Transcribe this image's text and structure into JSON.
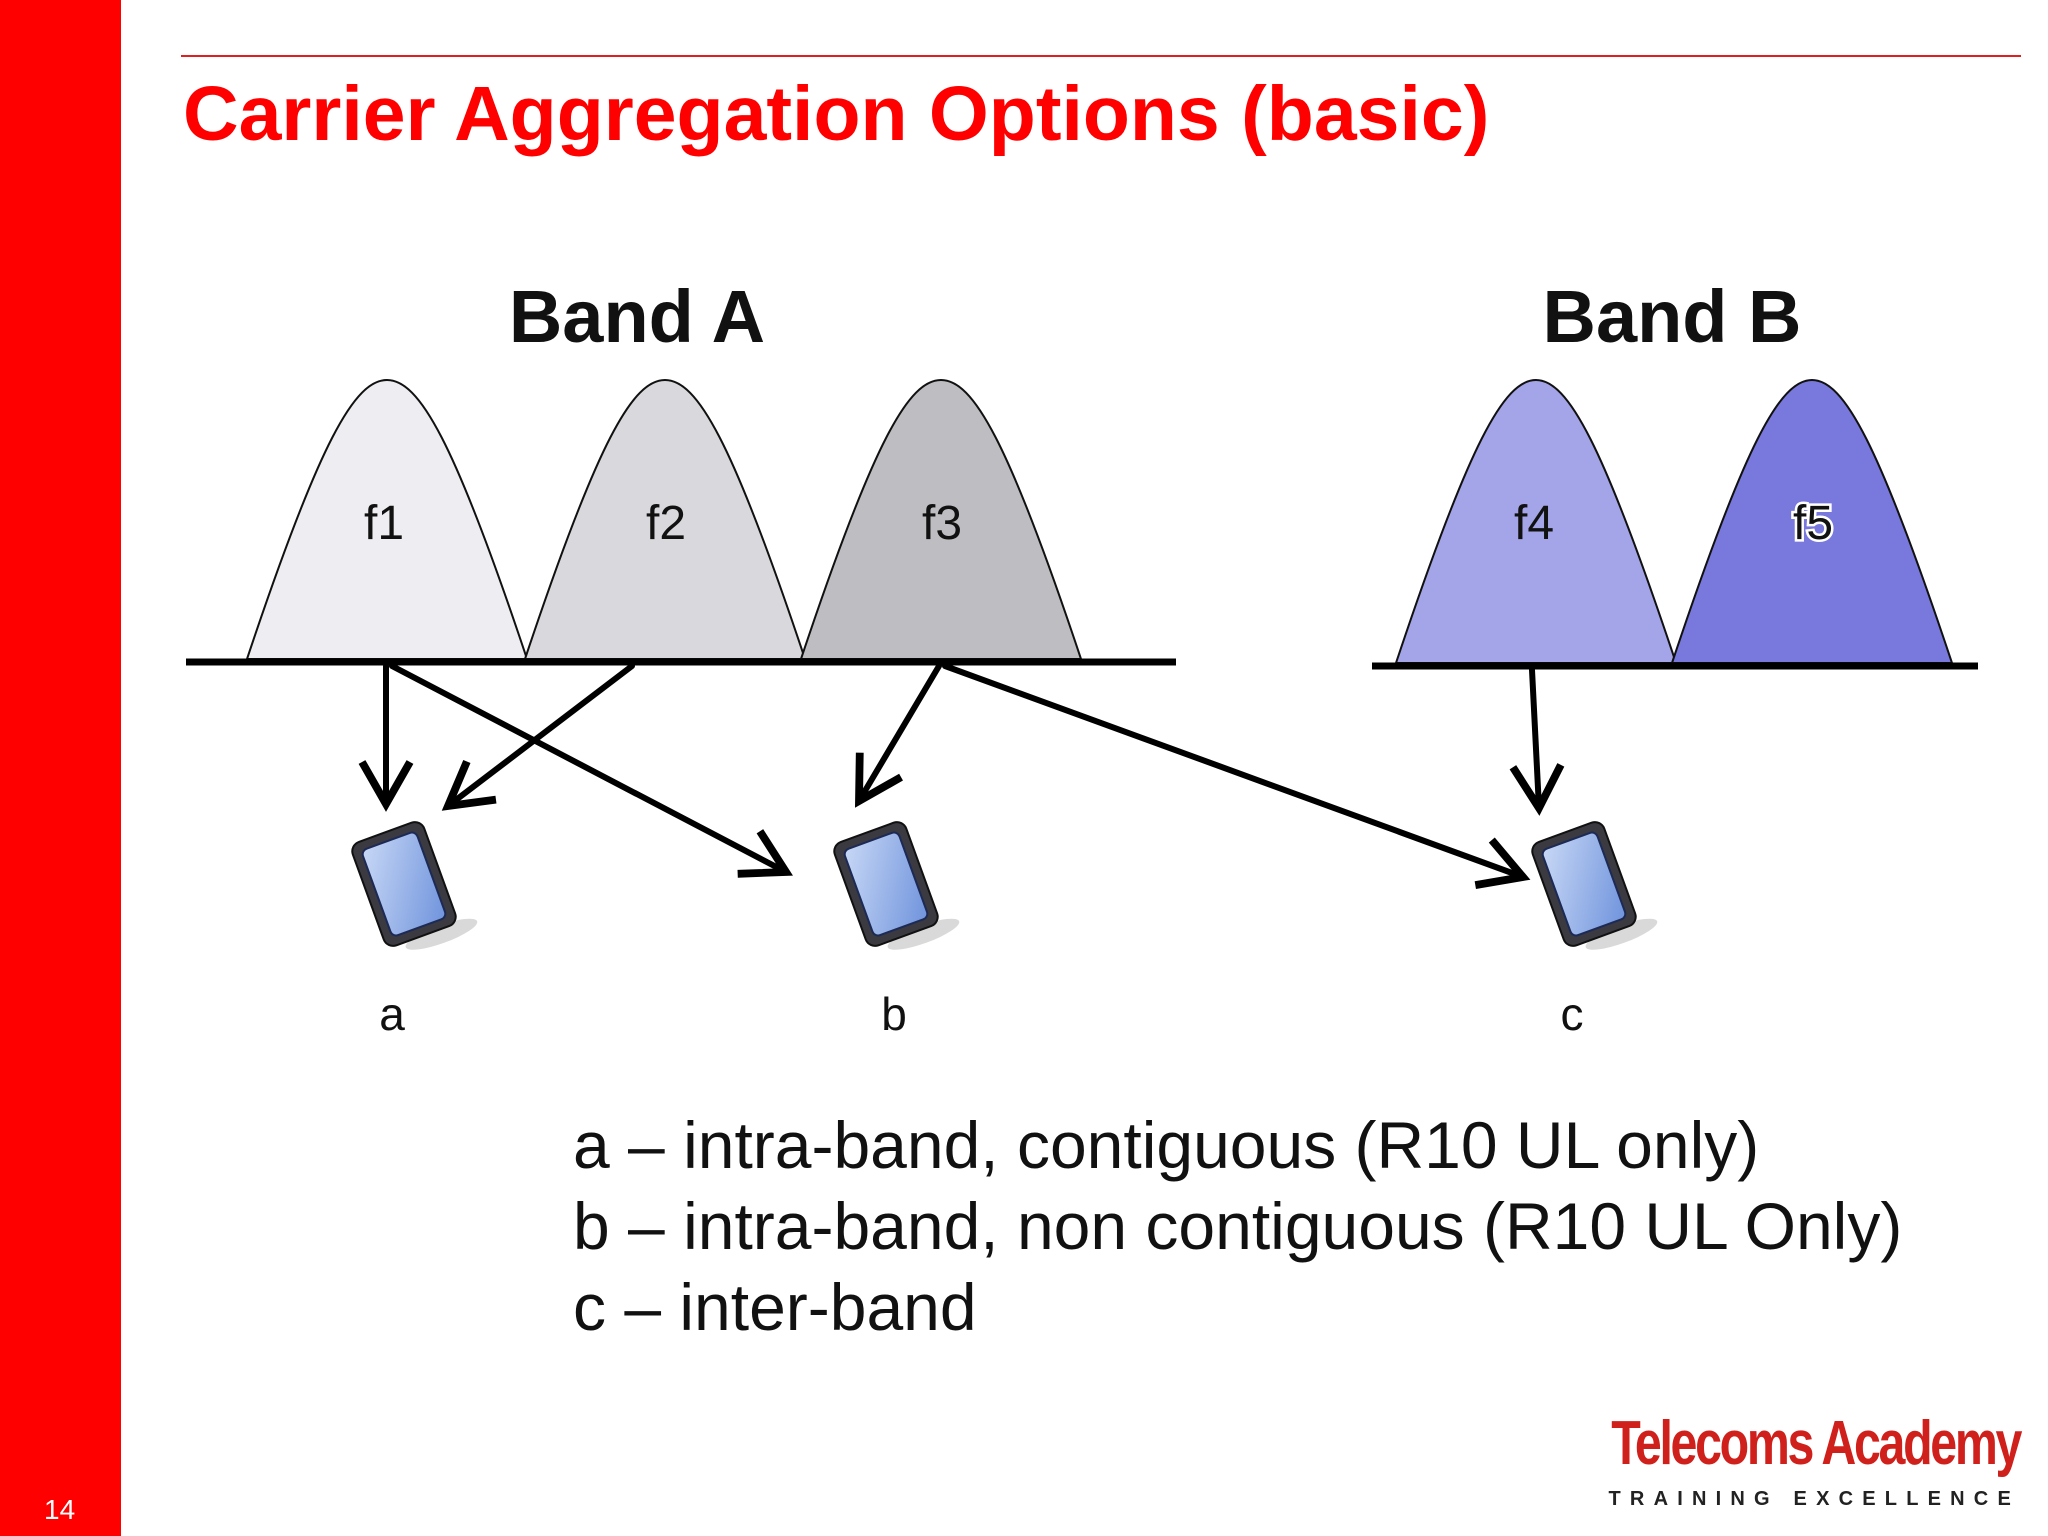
{
  "slide": {
    "title": "Carrier Aggregation Options (basic)",
    "page_number": "14"
  },
  "bands": [
    {
      "label": "Band A",
      "carriers": [
        "f1",
        "f2",
        "f3"
      ]
    },
    {
      "label": "Band B",
      "carriers": [
        "f4",
        "f5"
      ]
    }
  ],
  "devices": [
    "a",
    "b",
    "c"
  ],
  "legend": [
    "a – intra-band, contiguous (R10 UL only)",
    "b – intra-band, non contiguous (R10 UL Only)",
    "c – inter-band"
  ],
  "logo": {
    "name": "Telecoms Academy",
    "tagline": "TRAINING EXCELLENCE"
  },
  "colors": {
    "accent": "#ff0000",
    "f1": "#eeedf1",
    "f2": "#d9d8dc",
    "f3": "#bebdc2",
    "f4": "#a4a4e8",
    "f5": "#7878dd",
    "device_screen": "#8fb0e8"
  },
  "icons": {
    "device": "mobile-phone-icon",
    "arrow": "arrow-icon"
  }
}
